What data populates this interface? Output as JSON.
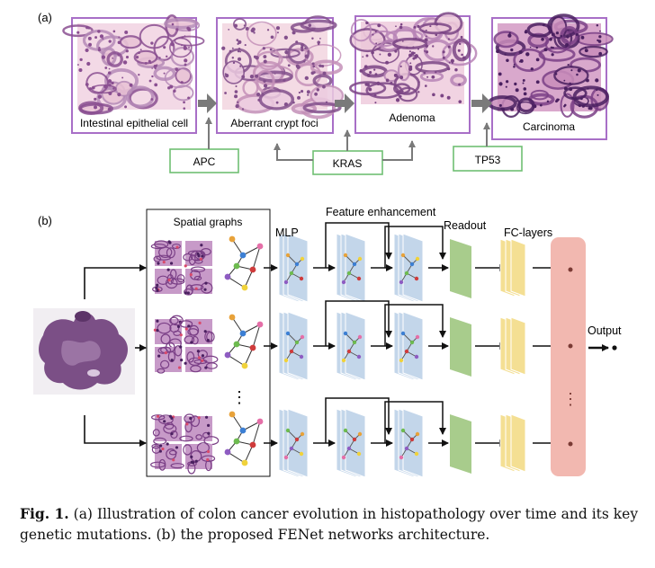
{
  "panel_a": {
    "label": "(a)",
    "stages": [
      {
        "name": "Intestinal epithelial cell",
        "palette": [
          "#f3d9e6",
          "#b58ab7",
          "#8a4f91",
          "#e9c2d5"
        ]
      },
      {
        "name": "Aberrant crypt foci",
        "palette": [
          "#f4dbe4",
          "#c490b8",
          "#83508c",
          "#eccbe0"
        ]
      },
      {
        "name": "Adenoma",
        "palette": [
          "#f1d3e2",
          "#b784b6",
          "#7b4585",
          "#ecc8d9"
        ]
      },
      {
        "name": "Carcinoma",
        "palette": [
          "#d9a8cc",
          "#7a3f86",
          "#4a2060",
          "#c98dbb"
        ]
      }
    ],
    "mutations": [
      "APC",
      "KRAS",
      "TP53"
    ]
  },
  "panel_b": {
    "label": "(b)",
    "spatial_graphs_label": "Spatial graphs",
    "mlp_label": "MLP",
    "feature_enhancement_label": "Feature enhancement",
    "readout_label": "Readout",
    "fc_layers_label": "FC-layers",
    "output_label": "Output",
    "vdots": "⋮"
  },
  "caption": {
    "prefix": "Fig. 1.",
    "text": " (a) Illustration of colon cancer evolution in histopathology over time and its key genetic mutations. (b) the proposed FENet networks architecture."
  },
  "colors": {
    "stage_border": "#a86fc7",
    "mutation_border": "#6fbf73",
    "arrow_gray": "#7a7a7a",
    "layer_blue": "#c3d6ea",
    "readout_green": "#a8cc8c",
    "fc_yellow": "#f4df93",
    "output_bar": "#f2b8b0"
  }
}
